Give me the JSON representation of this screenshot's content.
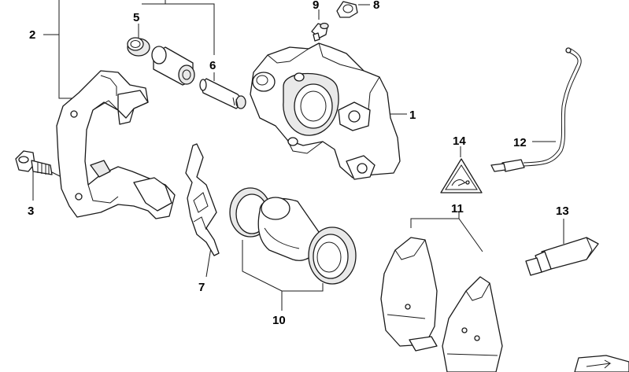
{
  "callouts": [
    {
      "id": "1",
      "label": "1"
    },
    {
      "id": "2",
      "label": "2"
    },
    {
      "id": "3",
      "label": "3"
    },
    {
      "id": "5",
      "label": "5"
    },
    {
      "id": "6",
      "label": "6"
    },
    {
      "id": "7",
      "label": "7"
    },
    {
      "id": "8",
      "label": "8"
    },
    {
      "id": "9",
      "label": "9"
    },
    {
      "id": "10",
      "label": "10"
    },
    {
      "id": "11",
      "label": "11"
    },
    {
      "id": "12",
      "label": "12"
    },
    {
      "id": "13",
      "label": "13"
    },
    {
      "id": "14",
      "label": "14"
    }
  ],
  "colors": {
    "line": "#1a1a1a",
    "background": "#ffffff",
    "shade": "#e9e9e9"
  }
}
